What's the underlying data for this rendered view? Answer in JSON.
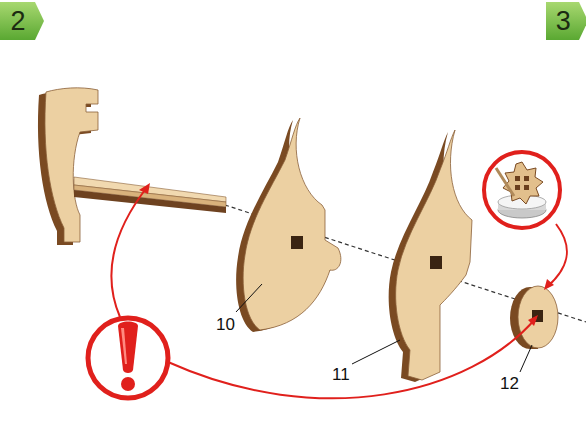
{
  "diagram": {
    "nodes": [
      {
        "text": [
          "2"
        ]
      },
      {
        "text": [
          "3"
        ]
      }
    ],
    "labels": [
      "10",
      "11",
      "12"
    ]
  }
}
